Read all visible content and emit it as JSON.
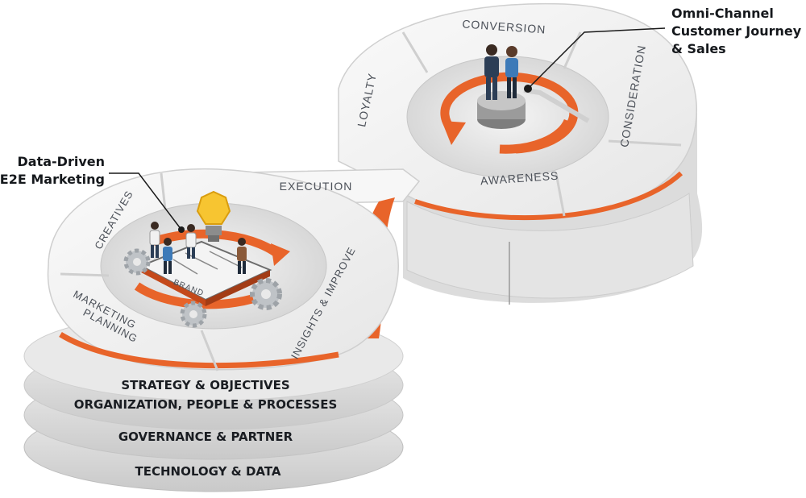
{
  "colors": {
    "accent": "#e8642a",
    "accent_dark": "#c4491a",
    "surface": "#f2f2f2",
    "surface_shade": "#d9d9d9",
    "text": "#4a4f57",
    "layer_text": "#1a1d22"
  },
  "icons": [
    "lightbulb-icon",
    "gear-icon",
    "person-icon",
    "pedestal-icon",
    "cycle-arrow-icon"
  ],
  "callouts": {
    "omni": [
      "Omni-Channel",
      "Customer Journey",
      "& Sales"
    ],
    "data_driven": [
      "Data-Driven",
      "E2E Marketing"
    ]
  },
  "right_loop": {
    "conversion": "CONVERSION",
    "consideration": "CONSIDERATION",
    "awareness": "AWARENESS",
    "loyalty": "LOYALTY"
  },
  "bridge": {
    "execution": "EXECUTION"
  },
  "left_loop": {
    "creatives": "CREATIVES",
    "marketing": "MARKETING",
    "planning": "PLANNING",
    "insights": "INSIGHTS & IMPROVE",
    "brand": "BRAND"
  },
  "layers": [
    "STRATEGY & OBJECTIVES",
    "ORGANIZATION, PEOPLE & PROCESSES",
    "GOVERNANCE & PARTNER",
    "TECHNOLOGY & DATA"
  ]
}
